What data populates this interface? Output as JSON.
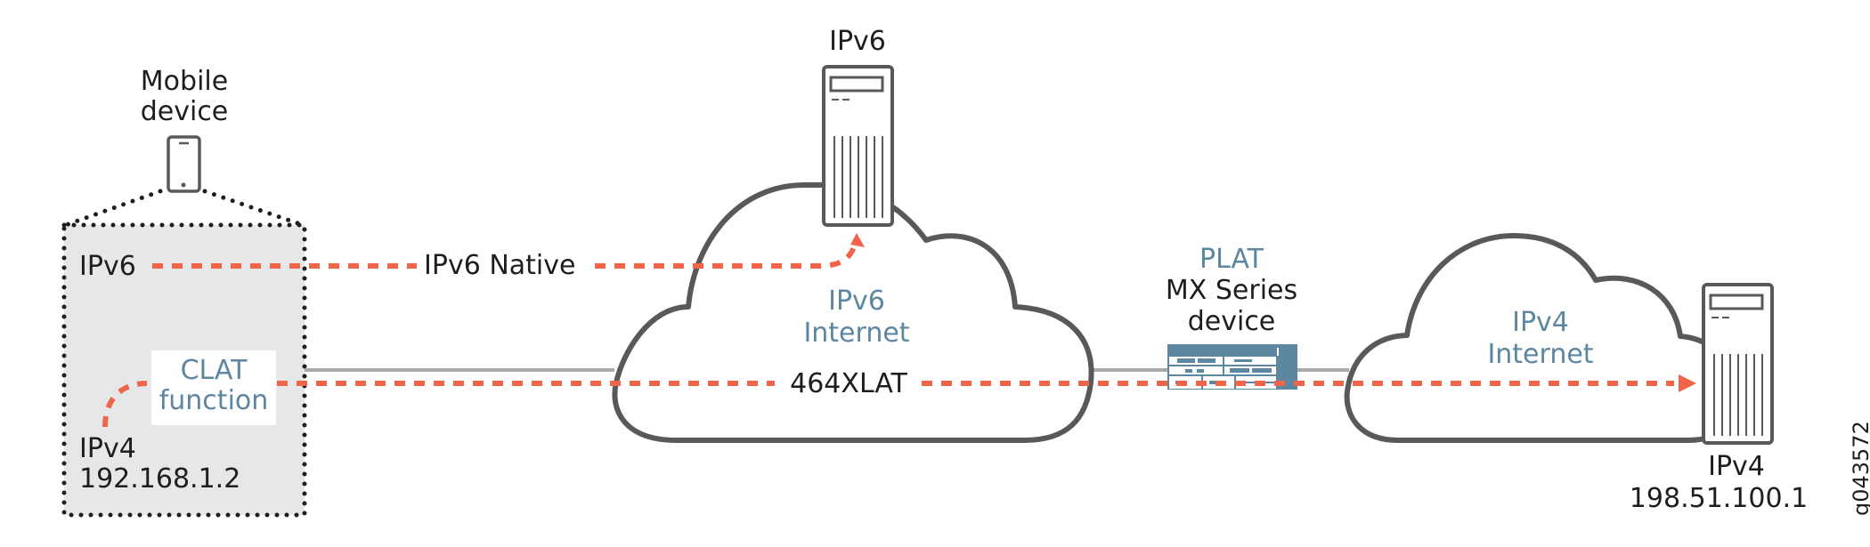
{
  "mobile_device": {
    "title_line1": "Mobile",
    "title_line2": "device",
    "ipv6_label": "IPv6",
    "ipv4_label": "IPv4",
    "ipv4_address": "192.168.1.2",
    "clat_line1": "CLAT",
    "clat_line2": "function"
  },
  "flows": {
    "native_label": "IPv6 Native",
    "xlat_label": "464XLAT"
  },
  "ipv6_cloud": {
    "line1": "IPv6",
    "line2": "Internet"
  },
  "ipv6_server": {
    "label": "IPv6"
  },
  "plat": {
    "role": "PLAT",
    "line1": "MX Series",
    "line2": "device"
  },
  "ipv4_cloud": {
    "line1": "IPv4",
    "line2": "Internet"
  },
  "ipv4_server": {
    "label": "IPv4",
    "address": "198.51.100.1"
  },
  "figure_id": "g043572",
  "colors": {
    "flow": "#f0654a",
    "outline": "#58595b",
    "accent_blue": "#5d86a1",
    "box_fill": "#e6e7e8",
    "link_gray": "#a7a9ac"
  }
}
